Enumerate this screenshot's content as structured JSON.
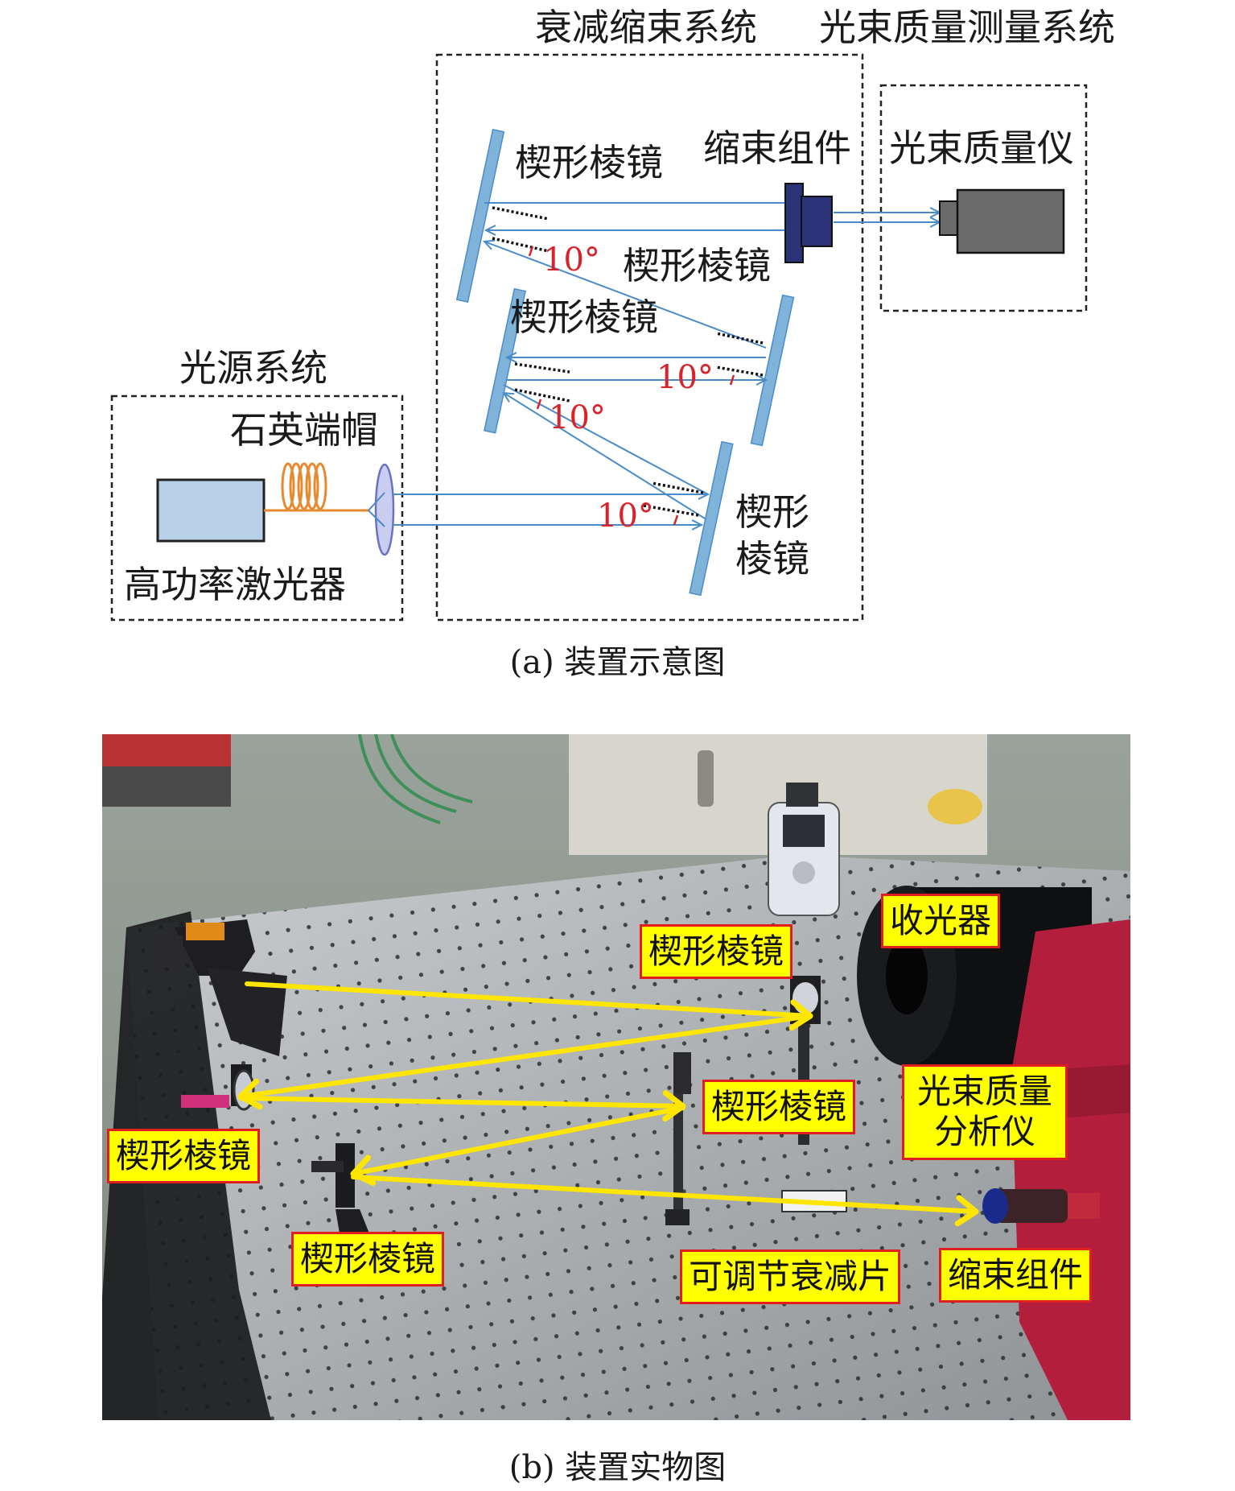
{
  "schematic": {
    "sections": {
      "light_source": "光源系统",
      "attenuation": "衰减缩束系统",
      "beam_measure": "光束质量测量系统"
    },
    "components": {
      "laser": "高功率激光器",
      "end_cap": "石英端帽",
      "beam_reducer": "缩束组件",
      "beam_profiler": "光束质量仪",
      "wedge_1": "楔形棱镜",
      "wedge_2": "楔形棱镜",
      "wedge_3": "楔形棱镜",
      "wedge_4_line1": "楔形",
      "wedge_4_line2": "棱镜"
    },
    "angle_label": "10°"
  },
  "caption_a": "(a) 装置示意图",
  "photo_labels": {
    "wedge_top": "楔形棱镜",
    "collector": "收光器",
    "wedge_middle": "楔形棱镜",
    "analyzer_line1": "光束质量",
    "analyzer_line2": "分析仪",
    "wedge_left": "楔形棱镜",
    "wedge_bottom": "楔形棱镜",
    "attenuator": "可调节衰减片",
    "beam_reducer": "缩束组件"
  },
  "caption_b": "(b) 装置实物图",
  "colors": {
    "beam": "#4a8cc9",
    "prism": "#7fb3d9",
    "angle_red": "#d9232a",
    "highlight": "#ffff00",
    "arrow_yellow": "#ffe600"
  }
}
